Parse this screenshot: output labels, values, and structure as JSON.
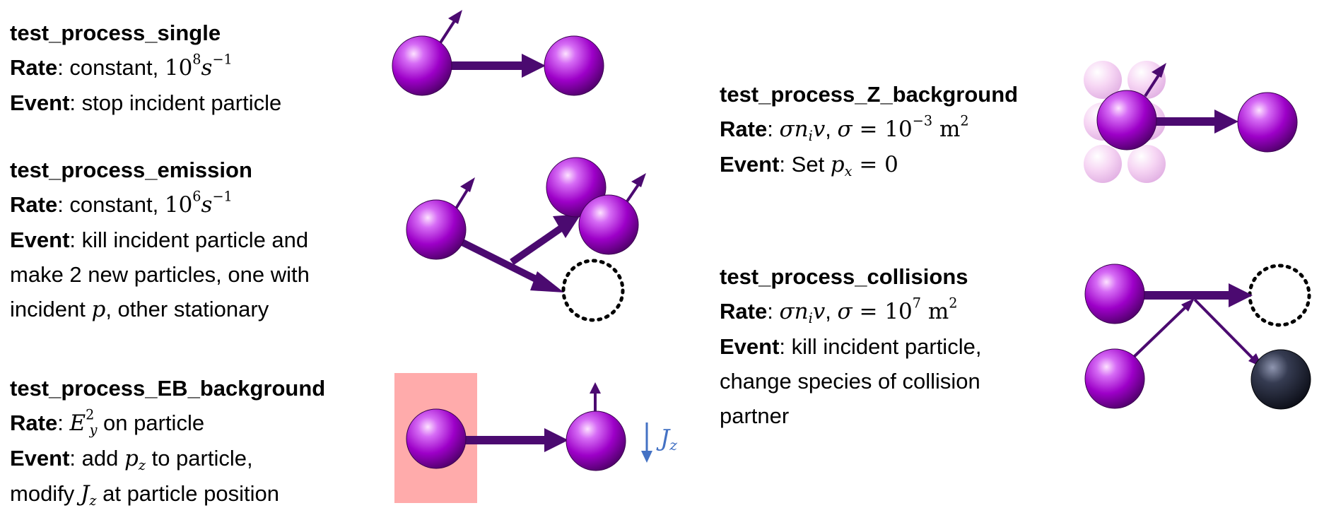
{
  "blocks": {
    "single": {
      "title": "test_process_single",
      "rate_label": "Rate",
      "rate_text": ": constant, ",
      "rate_base": "10",
      "rate_exp": "8",
      "rate_unit": "s",
      "rate_unit_exp": "−1",
      "event_label": "Event",
      "event_text": ": stop incident particle"
    },
    "emission": {
      "title": "test_process_emission",
      "rate_label": "Rate",
      "rate_text": ": constant, ",
      "rate_base": "10",
      "rate_exp": "6",
      "rate_unit": "s",
      "rate_unit_exp": "−1",
      "event_label": "Event",
      "event_text": ": kill incident particle and",
      "event_line2": "make 2 new particles, one with",
      "event_line3_a": "incident ",
      "event_line3_sym": "p",
      "event_line3_b": ", other stationary"
    },
    "eb_background": {
      "title": "test_process_EB_background",
      "rate_label": "Rate",
      "rate_sep": ": ",
      "rate_sym": "E",
      "rate_sup": "2",
      "rate_sub": "y",
      "rate_text": " on particle",
      "event_label": "Event",
      "event_text": ": add ",
      "event_sym": "p",
      "event_sub": "z",
      "event_text2": " to particle,",
      "event_line2_a": "modify ",
      "event_line2_sym": "J",
      "event_line2_sub": "z",
      "event_line2_b": " at particle position"
    },
    "z_background": {
      "title": "test_process_Z_background",
      "rate_label": "Rate",
      "rate_sep": ": ",
      "rate_expr": "σn",
      "rate_expr_sub": "i",
      "rate_expr2": "v",
      "rate_comma": ", ",
      "rate_sigma": "σ",
      "rate_eq": " = 10",
      "rate_exp": "−3",
      "rate_unit": " m",
      "rate_unit_exp": "2",
      "event_label": "Event",
      "event_text": ": Set ",
      "event_sym": "p",
      "event_sub": "x",
      "event_eq": " = 0"
    },
    "collisions": {
      "title": "test_process_collisions",
      "rate_label": "Rate",
      "rate_sep": ": ",
      "rate_expr": "σn",
      "rate_expr_sub": "i",
      "rate_expr2": "v",
      "rate_comma": ", ",
      "rate_sigma": "σ",
      "rate_eq": " = 10",
      "rate_exp": "7",
      "rate_unit": " m",
      "rate_unit_exp": "2",
      "event_label": "Event",
      "event_text": ": kill incident particle,",
      "event_line2": "change species of collision",
      "event_line3": "partner"
    }
  },
  "current_label": {
    "sym": "J",
    "sub": "z"
  },
  "colors": {
    "particle": "#9d00c8",
    "arrow": "#4b0a70",
    "background_particle": "#f3c6f0",
    "field_region": "#ffabab",
    "collided_particle": "#1c2030",
    "current": "#4472c4"
  }
}
